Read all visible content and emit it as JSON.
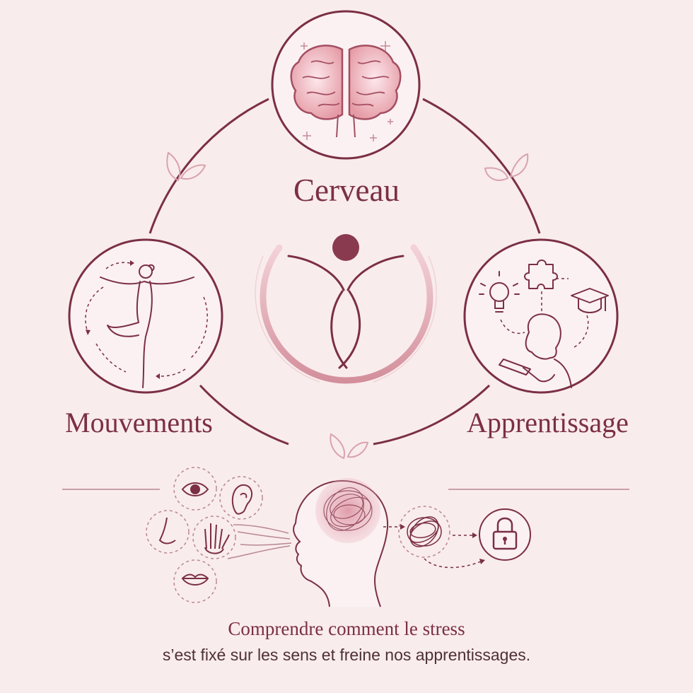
{
  "labels": {
    "center_top": "Cerveau",
    "left": "Mouvements",
    "right": "Apprentissage"
  },
  "caption": {
    "line1": "Comprendre comment le stress",
    "line2": "s’est fixé sur les sens et freine nos apprentissages."
  },
  "colors": {
    "background": "#f9ecec",
    "primary": "#7b2f45",
    "accent": "#d9a3ad",
    "brain_pink": "#e8a8b0",
    "text_dark": "#4e3038"
  }
}
